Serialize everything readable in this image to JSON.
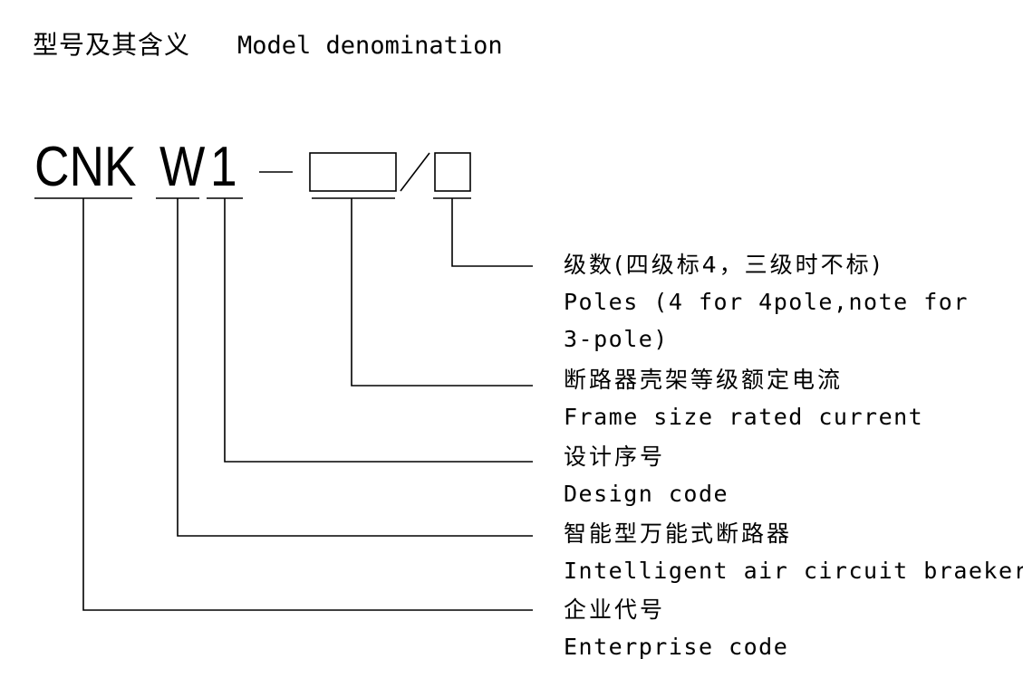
{
  "title": {
    "cn": "型号及其含义",
    "en": "Model denomination"
  },
  "model_code": {
    "company": "CNK",
    "type": "W",
    "design": "1"
  },
  "legend": [
    {
      "id": "poles",
      "cn": "级数(四级标4，三级时不标)",
      "en": [
        "Poles (4 for 4pole,note for",
        "3-pole)"
      ]
    },
    {
      "id": "frame",
      "cn": "断路器壳架等级额定电流",
      "en": [
        "Frame size rated current"
      ]
    },
    {
      "id": "design",
      "cn": "设计序号",
      "en": [
        "Design code"
      ]
    },
    {
      "id": "type",
      "cn": "智能型万能式断路器",
      "en": [
        "Intelligent air circuit braeker"
      ]
    },
    {
      "id": "enterprise",
      "cn": "企业代号",
      "en": [
        "Enterprise code"
      ]
    }
  ]
}
